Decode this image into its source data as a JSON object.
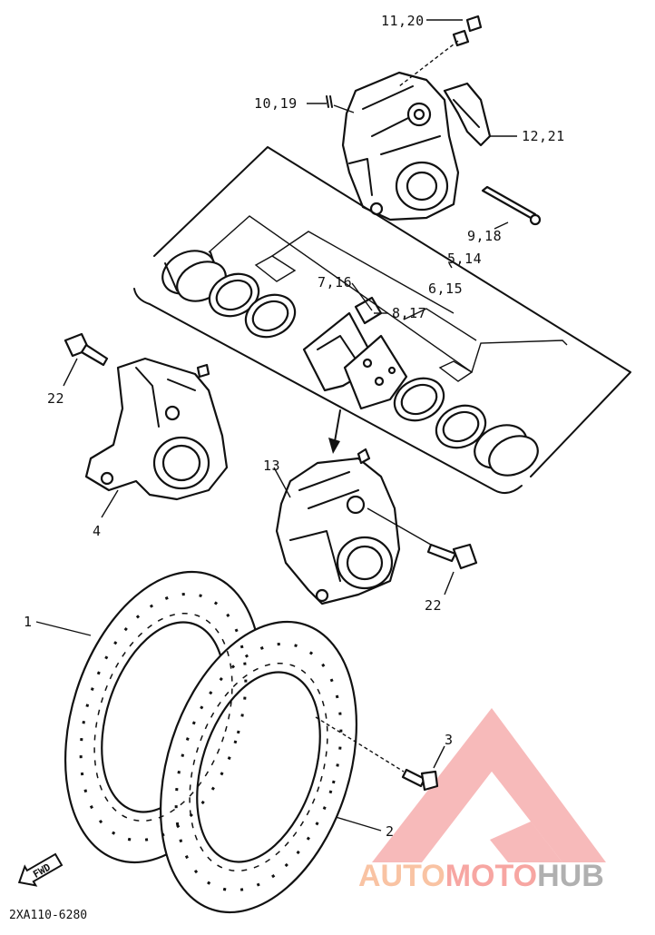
{
  "callouts": {
    "c11_20": "11,20",
    "c10_19": "10,19",
    "c12_21": "12,21",
    "c9_18": "9,18",
    "c5_14": "5,14",
    "c6_15": "6,15",
    "c7_16": "7,16",
    "c8_17": "8,17",
    "c22a": "22",
    "c4": "4",
    "c13": "13",
    "c22b": "22",
    "c1": "1",
    "c3": "3",
    "c2": "2"
  },
  "direction_badge": "FWD",
  "diagram_code": "2XA110-6280",
  "watermark": {
    "part1": "AUTO",
    "part2": "MOTO",
    "part3": "HUB",
    "color_auto": "#f9c3a3",
    "color_moto": "#f7a6a2",
    "color_hub": "#b0b0b0",
    "logo_color": "#f49a9a"
  }
}
